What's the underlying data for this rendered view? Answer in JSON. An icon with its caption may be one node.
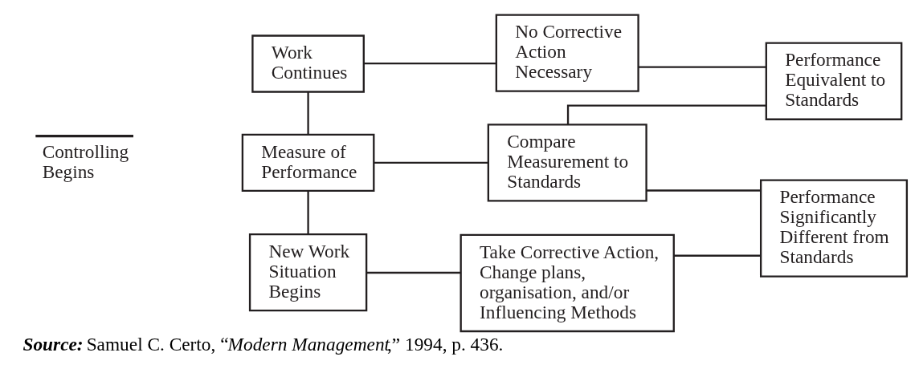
{
  "diagram": {
    "caption": "**Source:** Samuel C. Certo, “*Modern Management*,” 1994, p. 436.",
    "nodes": [
      {
        "text": [
          "Work Continues"
        ]
      },
      {
        "text": [
          "No Corrective Action Necessary"
        ]
      },
      {
        "text": [
          "Performance Equivalent to Standards"
        ]
      },
      {
        "text": [
          "Measure of Performance"
        ]
      },
      {
        "text": [
          "Compare Measurement to Standards"
        ]
      },
      {
        "text": [
          "Performance Significantly Different from Standards"
        ]
      },
      {
        "text": [
          "New Work Situation Begins"
        ]
      },
      {
        "text": [
          "Take Corrective Action, Change plans, organisation, and/or Influencing Methods"
        ]
      }
    ],
    "edges": [
      {
        "from": 0,
        "to": 1,
        "arrow": "none"
      },
      {
        "from": 1,
        "to": 2,
        "arrow": "none"
      },
      {
        "from": 0,
        "to": 3,
        "arrow": "none"
      },
      {
        "from": 3,
        "to": 4,
        "arrow": "none"
      },
      {
        "from": 4,
        "to": 2,
        "arrow": "none"
      },
      {
        "from": 4,
        "to": 5,
        "arrow": "none"
      },
      {
        "from": 3,
        "to": 6,
        "arrow": "none"
      },
      {
        "from": 6,
        "to": 7,
        "arrow": "none"
      },
      {
        "from": 7,
        "to": 5,
        "arrow": "none"
      }
    ],
    "labels": [
      "Controlling Begins"
    ]
  }
}
